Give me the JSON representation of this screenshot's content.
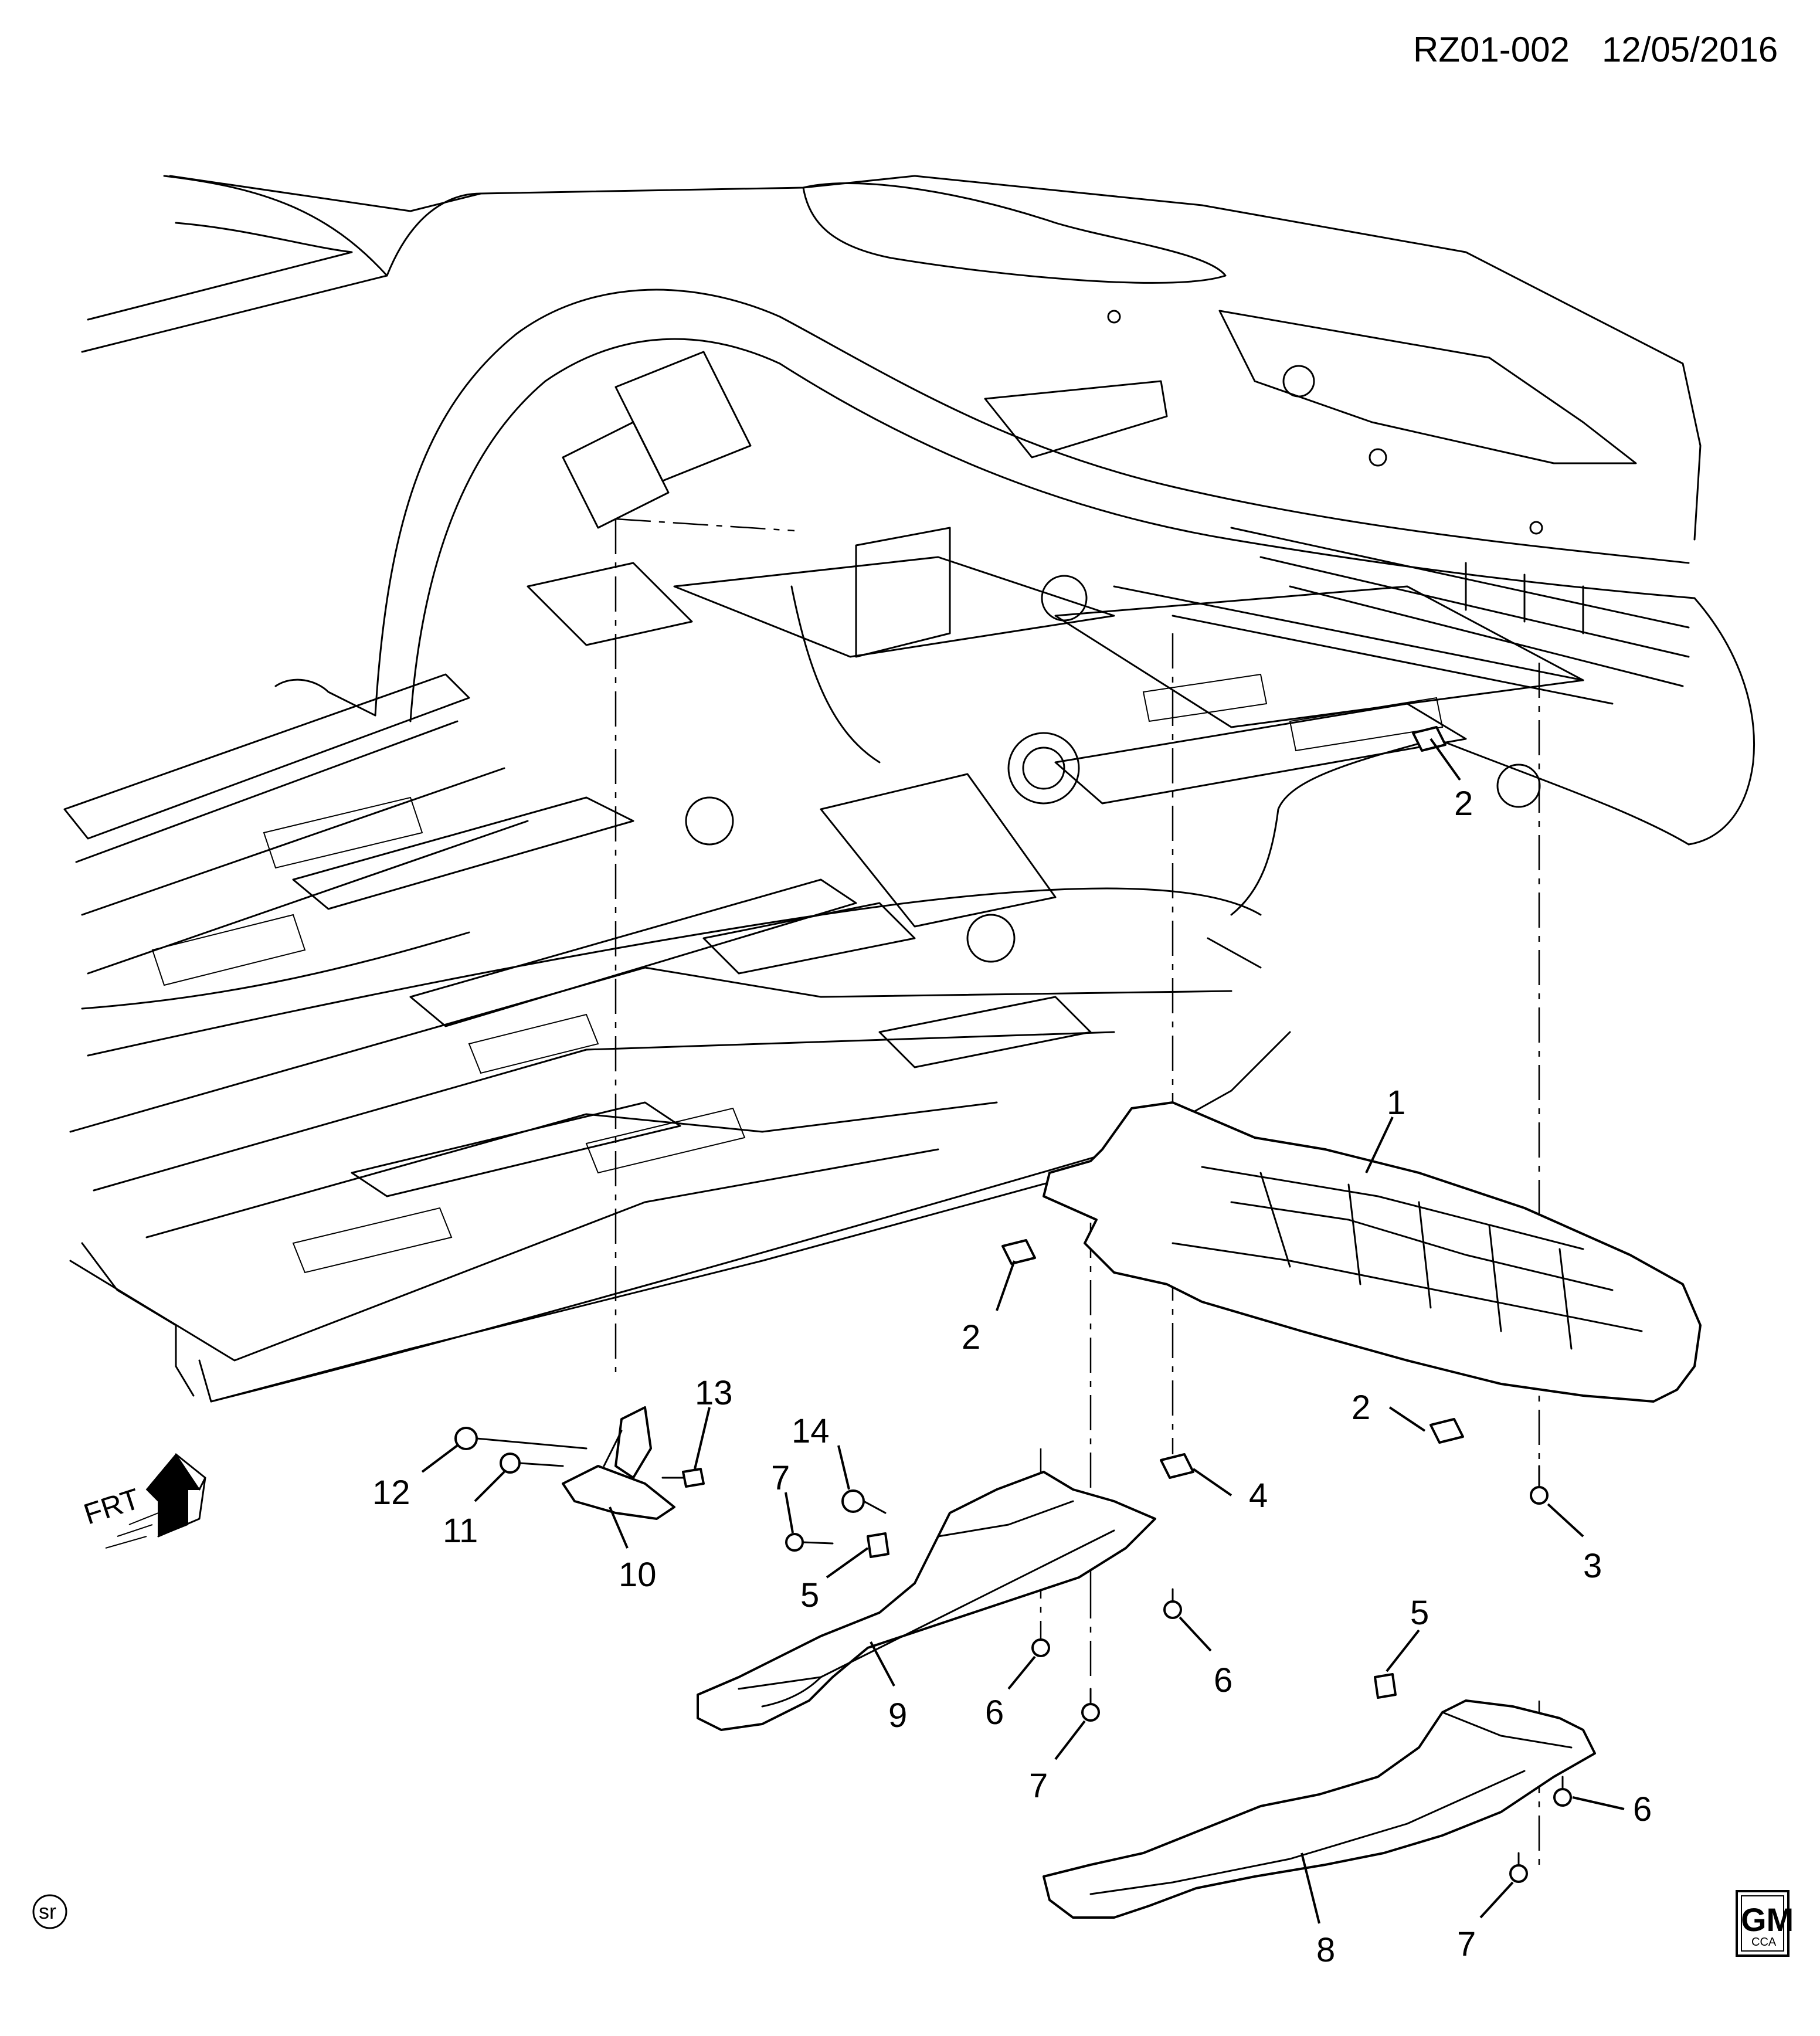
{
  "header": {
    "ref_code": "RZ01-002",
    "date": "12/05/2016"
  },
  "orientation": {
    "label": "FRT"
  },
  "labels": {
    "shield_main": "1",
    "clip_upper": "2",
    "clip_left": "2",
    "clip_right": "2",
    "bolt_3": "3",
    "nut_4": "4",
    "nut_5_left": "5",
    "nut_5_right": "5",
    "bolt_6_left": "6",
    "bolt_6_mid": "6",
    "bolt_6_right": "6",
    "bolt_7_top": "7",
    "bolt_7_mid": "7",
    "bolt_7_right": "7",
    "deflector_8": "8",
    "deflector_9": "9",
    "bracket_10": "10",
    "bolt_11": "11",
    "nut_12": "12",
    "clip_13": "13",
    "nut_14": "14"
  },
  "footer": {
    "left_mark": "sr",
    "logo_text": "GM",
    "logo_subtext": "CCA"
  }
}
